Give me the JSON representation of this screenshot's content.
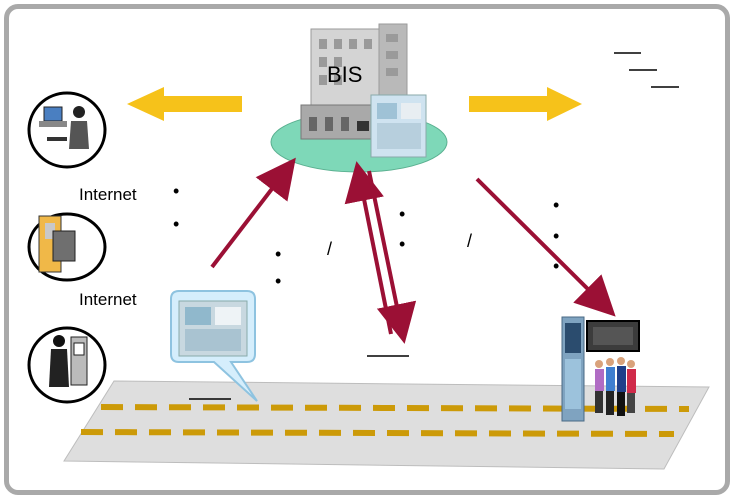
{
  "diagram": {
    "center_label": "BIS",
    "labels": {
      "internet_1": "Internet",
      "internet_2": "Internet"
    },
    "marks": {
      "bullet": "•",
      "slash": "/"
    },
    "icons": {
      "left_column": [
        "computer-user-icon",
        "mobile-phone-icon",
        "kiosk-user-icon"
      ],
      "center": "office-building-icon",
      "bottom_right": "bus-stop-passengers-icon",
      "bottom_left": "info-screen-bubble-icon"
    },
    "colors": {
      "yellow_arrow": "#f6c21a",
      "red_arrow": "#9b1035",
      "ellipse": "#7ed8b8",
      "road": "#dedede",
      "lane": "#cc9a08"
    }
  }
}
